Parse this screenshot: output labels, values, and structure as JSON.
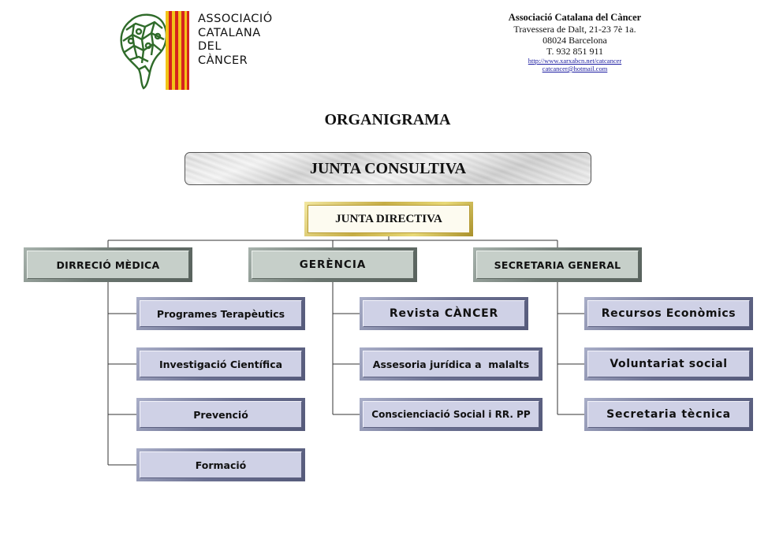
{
  "logo": {
    "lines": [
      "ASSOCIACIÓ",
      "CATALANA",
      "DEL",
      "CÀNCER"
    ],
    "colors": {
      "green": "#2f6b2a",
      "flag_red": "#d6251d",
      "flag_yellow": "#f2c318"
    }
  },
  "contact": {
    "name": "Associació Catalana del Càncer",
    "address": "Travessera de Dalt, 21-23  7è 1a.",
    "city": "08024 Barcelona",
    "phone": "T. 932 851 911",
    "website": "http://www.xarxabcn.net/catcancer",
    "email": "catcancer@hotmail.com"
  },
  "title": "ORGANIGRAMA",
  "junta_consultiva": "JUNTA CONSULTIVA",
  "junta_directiva": "JUNTA DIRECTIVA",
  "departments": [
    {
      "label": "DIRRECIÓ MÈDICA",
      "items": [
        "Programes Terapèutics",
        "Investigació Científica",
        "Prevenció",
        "Formació"
      ]
    },
    {
      "label": "GERÈNCIA",
      "items": [
        "Revista CÀNCER",
        "Assesoria jurídica a  malalts",
        "Conscienciació Social i RR. PP"
      ]
    },
    {
      "label": "SECRETARIA GENERAL",
      "items": [
        "Recursos Econòmics",
        "Voluntariat social",
        "Secretaria tècnica"
      ]
    }
  ]
}
